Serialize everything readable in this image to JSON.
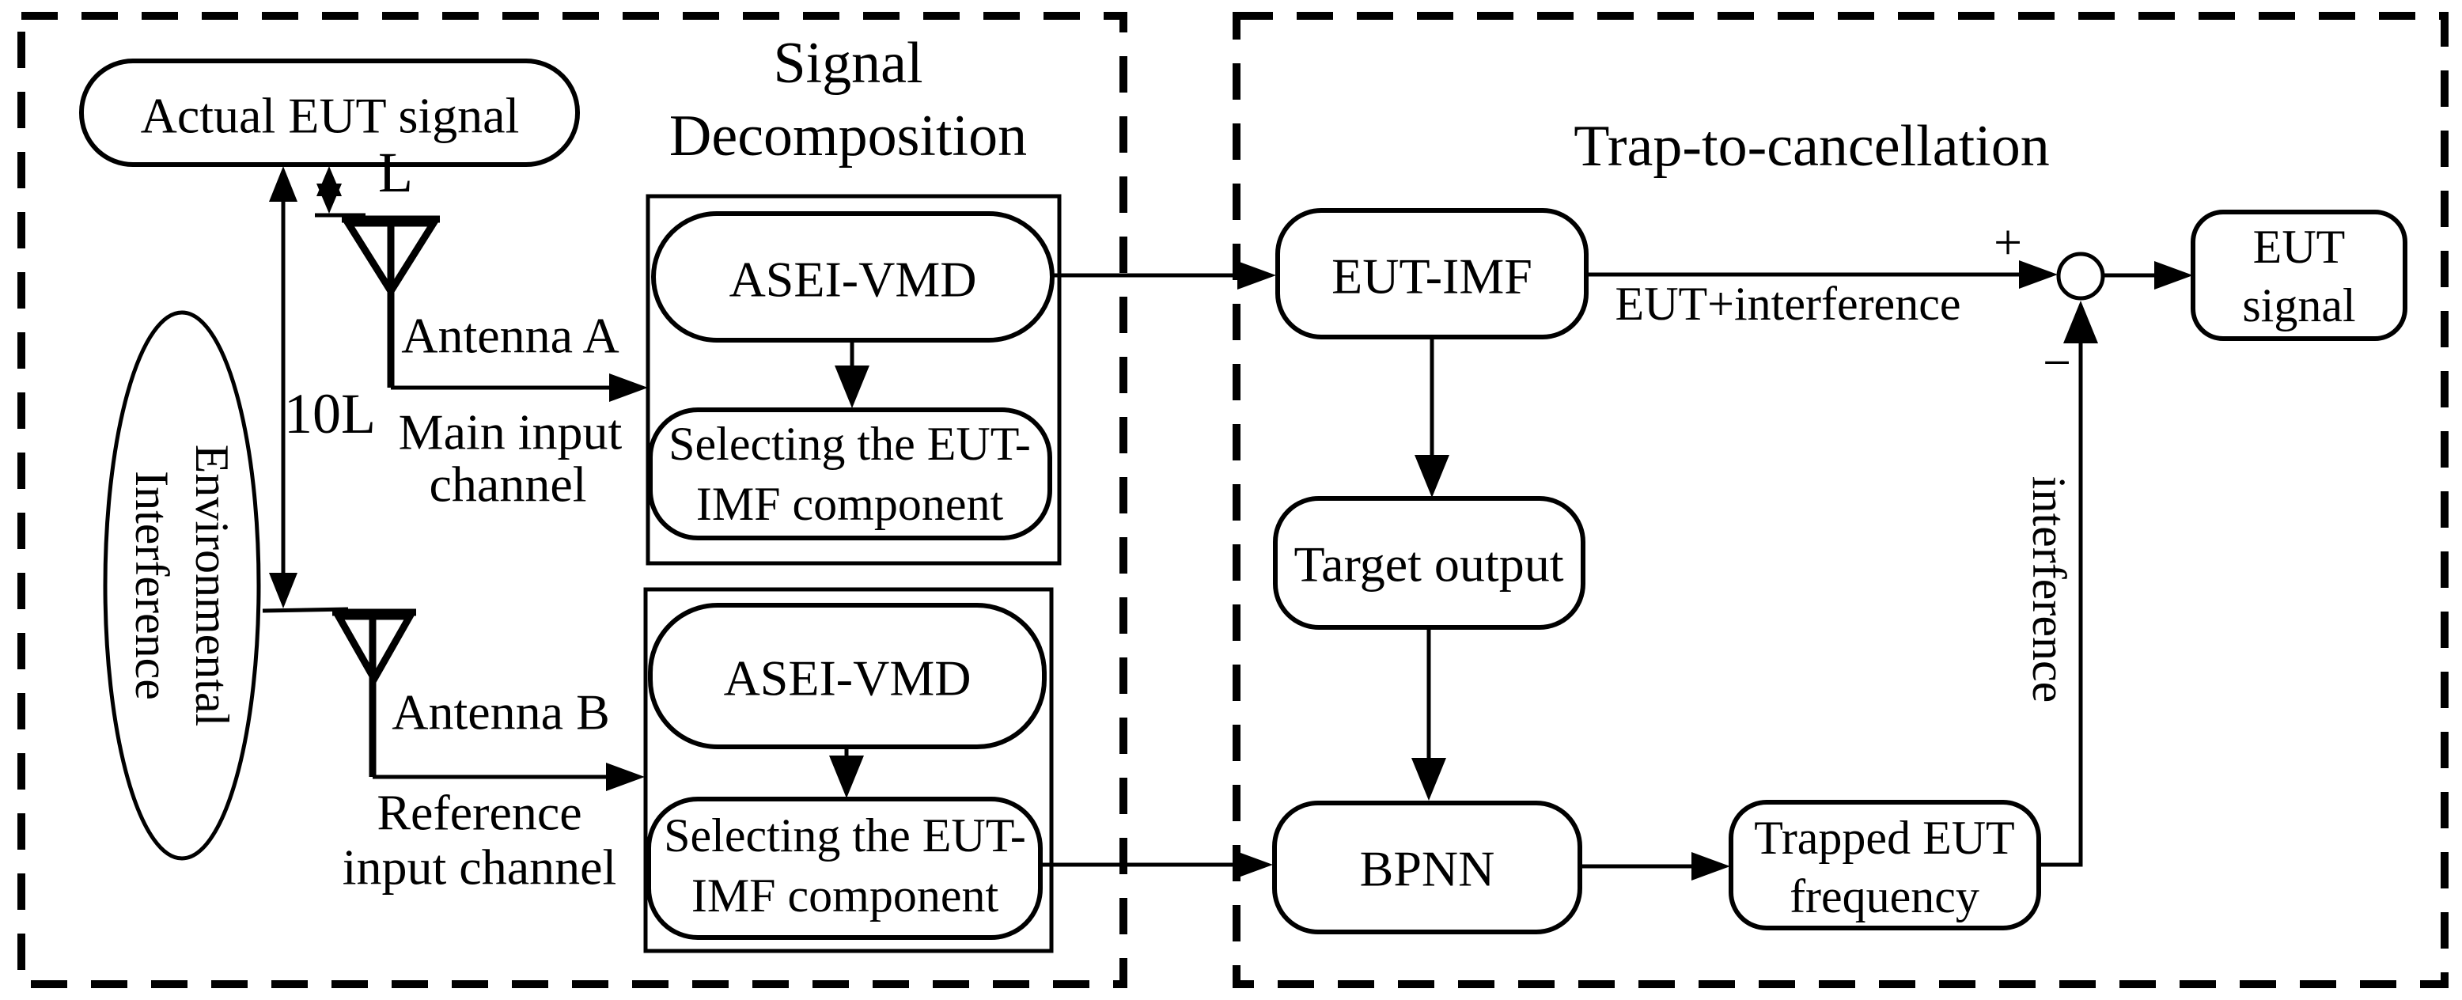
{
  "diagram": {
    "colors": {
      "stroke": "#000000",
      "background": "#ffffff"
    },
    "left": {
      "title1": "Signal",
      "title2": "Decomposition",
      "source": "Actual EUT signal",
      "dist_l": "L",
      "dist_10l": "10L",
      "antenna_a": "Antenna A",
      "antenna_b": "Antenna B",
      "main1": "Main input",
      "main2": "channel",
      "ref1": "Reference",
      "ref2": "input channel",
      "env1": "Environmental",
      "env2": "Interference",
      "g1": {
        "vmd": "ASEI-VMD",
        "sel1": "Selecting the EUT-",
        "sel2": "IMF component"
      },
      "g2": {
        "vmd": "ASEI-VMD",
        "sel1": "Selecting the EUT-",
        "sel2": "IMF component"
      }
    },
    "right": {
      "title": "Trap-to-cancellation",
      "eut_imf": "EUT-IMF",
      "target": "Target output",
      "bpnn": "BPNN",
      "trap1": "Trapped EUT",
      "trap2": "frequency",
      "out1": "EUT",
      "out2": "signal",
      "plus": "+",
      "minus": "−",
      "sum_in": "EUT+interference",
      "feedback": "interference"
    }
  }
}
